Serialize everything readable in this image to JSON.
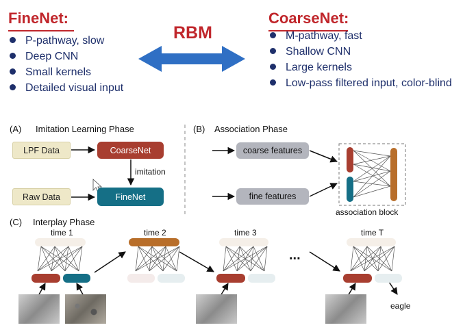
{
  "finenet": {
    "title": "FineNet:",
    "items": [
      "P-pathway, slow",
      "Deep CNN",
      "Small kernels",
      "Detailed visual input"
    ]
  },
  "coarsenet": {
    "title": "CoarseNet:",
    "items": [
      "M-pathway, fast",
      "Shallow CNN",
      "Large kernels",
      "Low-pass filtered input, color-blind"
    ]
  },
  "rbm_label": "RBM",
  "panel_a": {
    "tag": "(A)",
    "title": "Imitation Learning Phase",
    "lpf_data": "LPF Data",
    "coarsenet": "CoarseNet",
    "imitation": "imitation",
    "raw_data": "Raw Data",
    "finenet": "FineNet"
  },
  "panel_b": {
    "tag": "(B)",
    "title": "Association Phase",
    "coarse_features": "coarse features",
    "fine_features": "fine features",
    "association_block": "association block"
  },
  "panel_c": {
    "tag": "(C)",
    "title": "Interplay Phase",
    "time_labels": [
      "time 1",
      "time 2",
      "time 3",
      "time T"
    ],
    "ellipsis": "...",
    "output": "eagle"
  },
  "colors": {
    "title_red": "#c0262b",
    "bullet_navy": "#1e2f6b",
    "arrow_blue": "#2f6fc4",
    "coarse_red": "#a83e30",
    "fine_teal": "#156f86",
    "top_orange": "#b86e2a",
    "data_cream": "#eee8c8",
    "feature_grey": "#b3b5bd"
  },
  "icons": {
    "rbm_arrow": "double-headed-arrow-icon",
    "flow_arrow": "arrow-right-icon",
    "cursor": "mouse-cursor-icon"
  }
}
